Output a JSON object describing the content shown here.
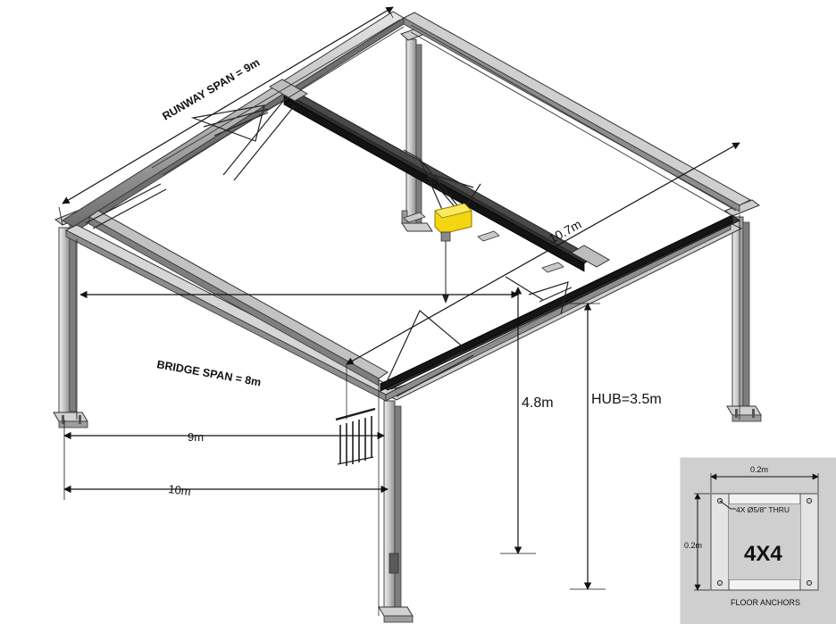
{
  "diagram": {
    "title": "Gantry crane isometric dimension drawing",
    "dimensions": {
      "runway_span": "RUNWAY SPAN = 9m",
      "bridge_span": "BRIDGE SPAN = 8m",
      "diagonal": "10.7m",
      "height_48": "4.8m",
      "hub": "HUB=3.5m",
      "base_9m": "9m",
      "base_10m": "10m"
    },
    "colors": {
      "steel_light": "#d9d9d9",
      "steel_mid": "#9a9a9a",
      "steel_dark": "#2b2b2b",
      "hoist_yellow": "#f4d512",
      "line": "#111111",
      "inset_bg": "#cfcfcf"
    }
  },
  "inset": {
    "width_label": "0.2m",
    "height_label": "0.2m",
    "thru_label": "4X Ø5/8\" THRU",
    "plate_label": "4X4",
    "caption": "FLOOR ANCHORS"
  }
}
